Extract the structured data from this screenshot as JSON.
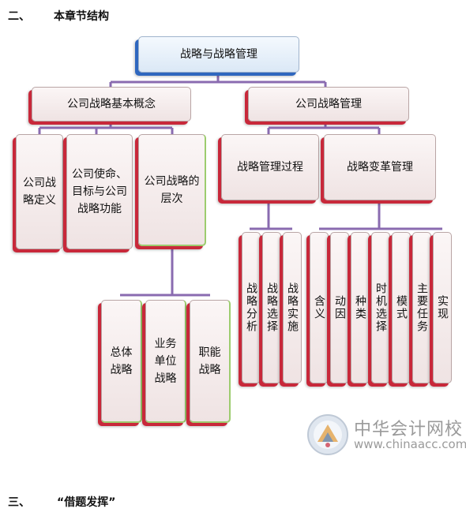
{
  "section_2": {
    "number": "二、",
    "title": "本章节结构"
  },
  "section_3": {
    "number": "三、",
    "title": "“借题发挥”"
  },
  "diagram": {
    "root": "战略与战略管理",
    "left_branch": {
      "label": "公司战略基本概念",
      "children": [
        "公司战略定义",
        "公司使命、目标与公司战略功能",
        "公司战略的层次"
      ],
      "levels": [
        "总体战略",
        "业务单位战略",
        "职能战略"
      ]
    },
    "right_branch": {
      "label": "公司战略管理",
      "process": {
        "label": "战略管理过程",
        "steps": [
          "战略分析",
          "战略选择",
          "战略实施"
        ]
      },
      "change": {
        "label": "战略变革管理",
        "items": [
          "含义",
          "动因",
          "种类",
          "时机选择",
          "模式",
          "主要任务",
          "实现"
        ]
      }
    }
  },
  "watermark": {
    "name": "中华会计网校",
    "url": "www.chinaacc.com"
  },
  "colors": {
    "line": "#8a6bb0",
    "red_shadow": "#c8283a",
    "blue_shadow": "#2f67bf",
    "green_edge": "#9ccc6e"
  }
}
